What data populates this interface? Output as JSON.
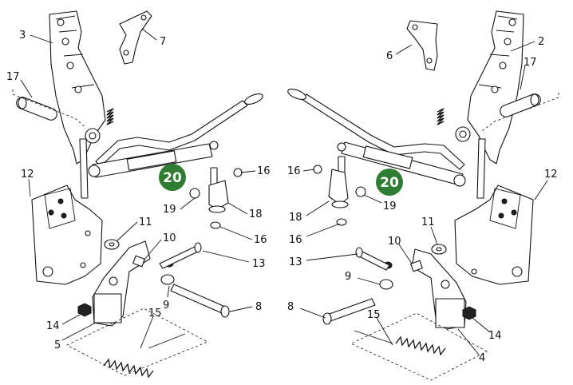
{
  "badges": {
    "left": "20",
    "right": "20"
  },
  "callouts": {
    "n1": "3",
    "n2": "7",
    "n3": "17",
    "n4": "12",
    "n5": "19",
    "n6": "18",
    "n7": "16",
    "n8": "16",
    "n9": "11",
    "n10": "10",
    "n11": "13",
    "n12": "9",
    "n13": "8",
    "n14": "14",
    "n15": "5",
    "n16": "15",
    "m1": "6",
    "m2": "2",
    "m3": "17",
    "m4": "16",
    "m5": "12",
    "m6": "19",
    "m7": "18",
    "m8": "16",
    "m9": "11",
    "m10": "13",
    "m11": "10",
    "m12": "9",
    "m13": "8",
    "m14": "15",
    "m15": "14",
    "m16": "4"
  },
  "colors": {
    "badge": "#2e7d32",
    "line": "#111111"
  }
}
